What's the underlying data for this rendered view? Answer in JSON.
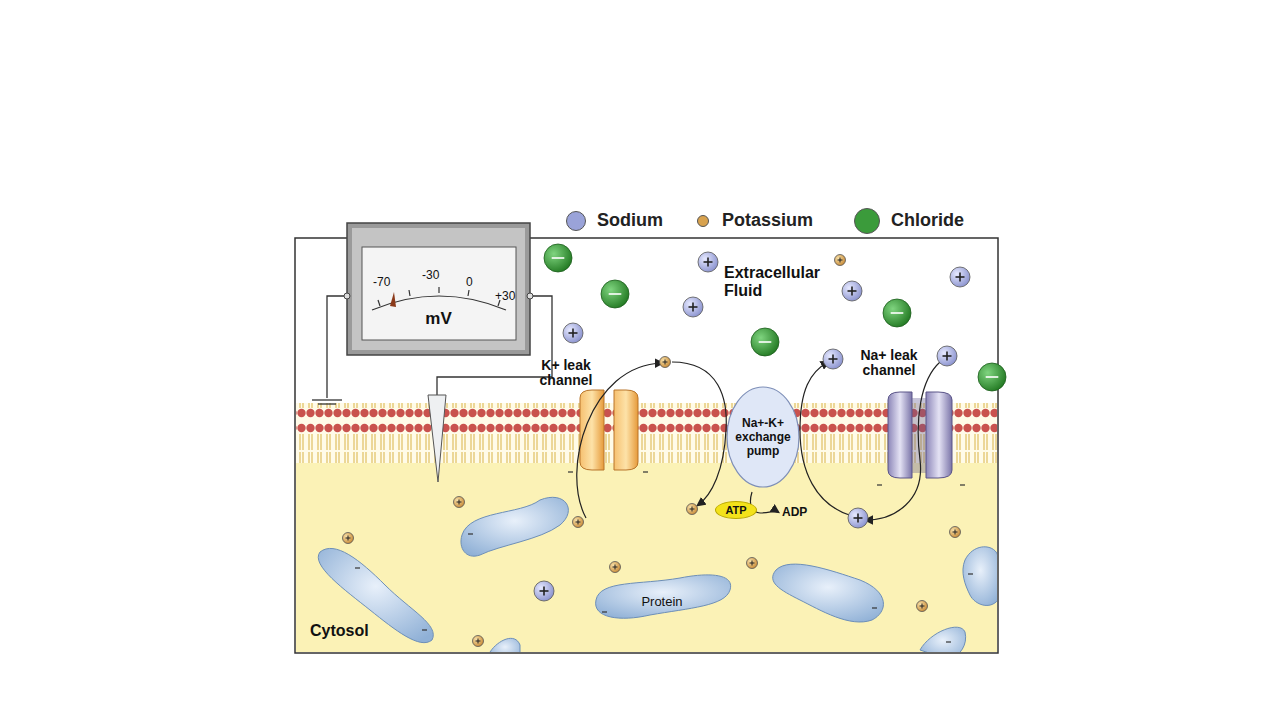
{
  "diagram": {
    "nodes": [
      {
        "text": [
          "-70",
          "-30",
          "0",
          "+30",
          "mV"
        ]
      },
      {
        "text": [
          "Na+-K+ exchange pump"
        ]
      },
      {
        "text": [
          "ATP"
        ]
      },
      {
        "text": [
          "Protein"
        ]
      }
    ],
    "labels": [
      "Extracellular Fluid",
      "K+ leak channel",
      "Na+ leak channel",
      "ADP",
      "Cytosol"
    ],
    "legend": [
      {
        "text": "Sodium",
        "color": "#9aa3d9"
      },
      {
        "text": "Potassium",
        "color": "#d8a24e"
      },
      {
        "text": "Chloride",
        "color": "#3b9b3b"
      }
    ]
  }
}
